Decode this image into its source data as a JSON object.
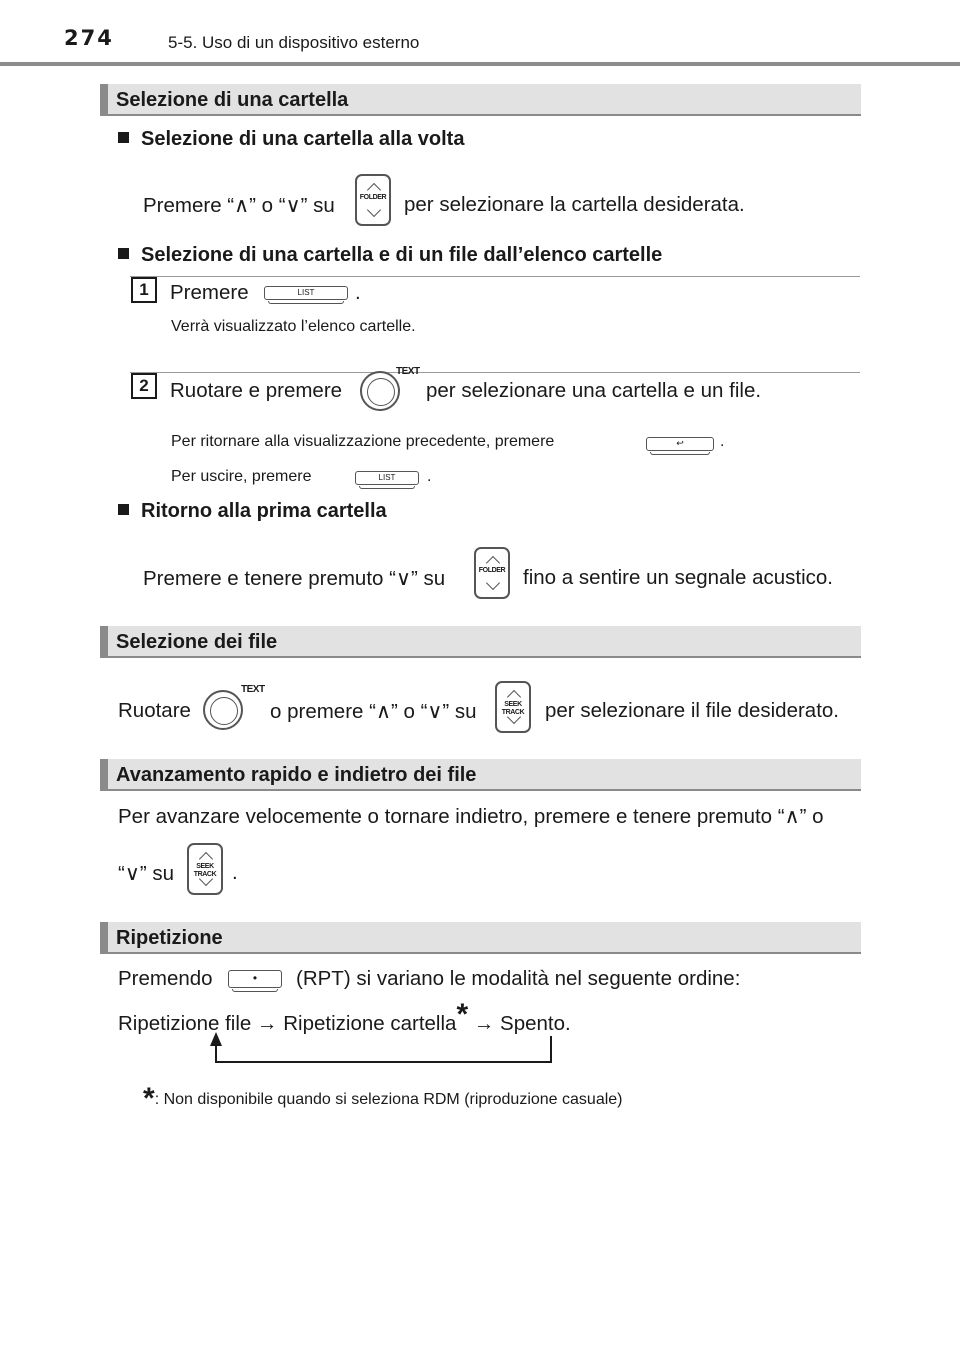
{
  "header": {
    "page_number": "274",
    "chapter": "5-5. Uso di un dispositivo esterno"
  },
  "sections": {
    "folder_select": {
      "title": "Selezione di una cartella",
      "sub1_title": "Selezione di una cartella alla volta",
      "sub1_text_a": "Premere “∧” o “∨” su",
      "sub1_text_b": "per selezionare la cartella desiderata.",
      "sub2_title": "Selezione di una cartella e di un file dall’elenco cartelle",
      "step1_num": "1",
      "step1_text_a": "Premere",
      "step1_text_b": ".",
      "step1_note": "Verrà visualizzato l’elenco cartelle.",
      "step2_num": "2",
      "step2_text_a": "Ruotare e premere",
      "step2_text_b": "per selezionare una cartella e un file.",
      "step2_note1_a": "Per ritornare alla visualizzazione precedente, premere",
      "step2_note1_b": ".",
      "step2_note2_a": "Per uscire, premere",
      "step2_note2_b": ".",
      "sub3_title": "Ritorno alla prima cartella",
      "sub3_text_a": "Premere e tenere premuto “∨” su",
      "sub3_text_b": "fino a sentire un segnale acustico."
    },
    "file_select": {
      "title": "Selezione dei file",
      "text_a": "Ruotare",
      "text_b": "o premere “∧” o “∨” su",
      "text_c": "per selezionare il file desiderato."
    },
    "fast_forward": {
      "title": "Avanzamento rapido e indietro dei file",
      "text_line1": "Per avanzare velocemente o tornare indietro, premere e tenere premuto “∧” o",
      "text_line2_a": "“∨” su",
      "text_line2_b": "."
    },
    "repeat": {
      "title": "Ripetizione",
      "text_line1_a": "Premendo",
      "text_line1_b": "(RPT) si variano le modalità nel seguente ordine:",
      "seq_1": "Ripetizione file",
      "arrow": "→",
      "seq_2": "Ripetizione cartella",
      "asterisk": "*",
      "seq_3": "Spento.",
      "footnote_mark": "*",
      "footnote_text": ": Non disponibile quando si seleziona RDM (riproduzione casuale)"
    }
  },
  "buttons": {
    "folder_label_1": "FOLDER",
    "folder_label_2": "FOLDER",
    "list_label_1": "LIST",
    "list_label_2": "LIST",
    "back_label": "↩",
    "seek_label_1": "SEEK TRACK",
    "seek_label_2": "SEEK TRACK",
    "text_knob_label_1": "TEXT",
    "text_knob_label_2": "TEXT",
    "rpt_label": "•"
  }
}
